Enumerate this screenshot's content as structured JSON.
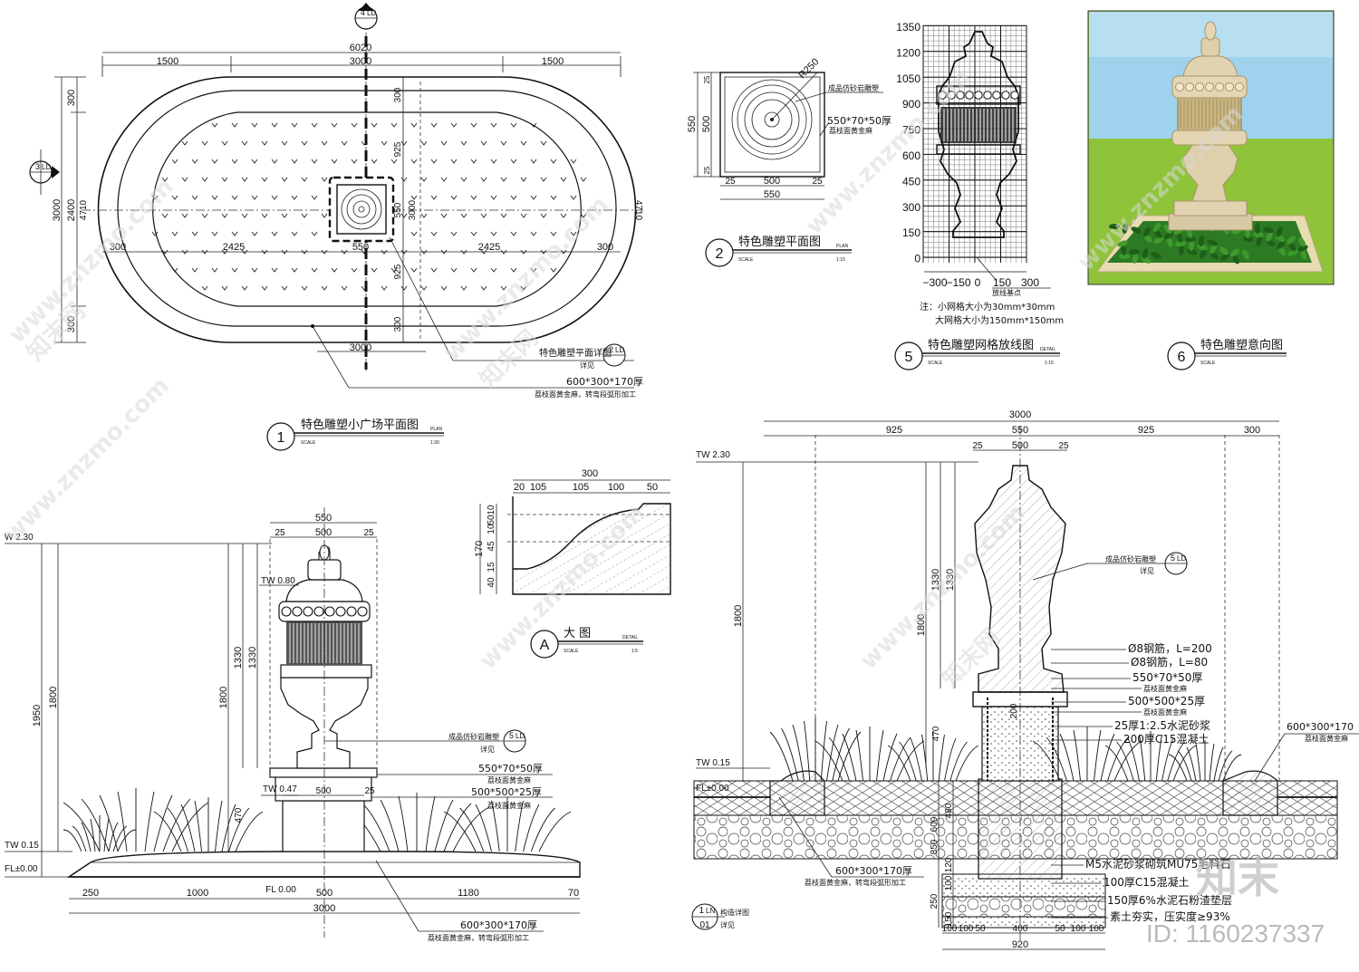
{
  "drawings": {
    "plaza_plan": {
      "number": "1",
      "title": "特色雕塑小广场平面图",
      "plan_tag": "PLAN",
      "scale_label": "SCALE",
      "scale": "1:30",
      "dim_total": "6020",
      "dim_left": "1500",
      "dim_mid": "3000",
      "dim_right": "1500",
      "dim_inner_left": "2425",
      "dim_inner_right": "2425",
      "dim_center": "550",
      "dim_edge": "300",
      "dim_height": "3000",
      "dim_inner_height": "2400",
      "dim_radius": "4710",
      "dim_half": "925",
      "dim_bottom": "3000",
      "section_mark_top": "4",
      "section_mark_left": "3",
      "sheet_code": "LD",
      "callout_num": "2",
      "callout_label": "特色雕塑平面详图",
      "callout_note": "详见",
      "note_size": "600*300*170厚",
      "note_material": "荔枝面黄金麻，转弯段弧形加工"
    },
    "sculpture_plan": {
      "number": "2",
      "title": "特色雕塑平面图",
      "plan_tag": "PLAN",
      "scale_label": "SCALE",
      "scale": "1:15",
      "radius": "R250",
      "dim_550": "550",
      "dim_500": "500",
      "dim_25": "25",
      "note1": "成品仿砂岩雕塑",
      "note2": "550*70*50厚",
      "note3": "荔枝面黄金麻"
    },
    "grid_layout": {
      "number": "5",
      "title": "特色雕塑网格放线图",
      "detail_tag": "DETAIL",
      "scale_label": "SCALE",
      "scale": "1:15",
      "y_ticks": [
        "1350",
        "1200",
        "1050",
        "900",
        "750",
        "600",
        "450",
        "300",
        "150",
        "0"
      ],
      "x_ticks": [
        "-300",
        "-150",
        "0",
        "150",
        "300"
      ],
      "origin_note": "放线基点",
      "note_line1": "注：小网格大小为30mm*30mm",
      "note_line2": "大网格大小为150mm*150mm"
    },
    "render": {
      "number": "6",
      "title": "特色雕塑意向图",
      "scale_label": "SCALE"
    },
    "detail_a": {
      "letter": "A",
      "title": "大 图",
      "detail_tag": "DETAIL",
      "scale_label": "SCALE",
      "scale": "1:5",
      "dims_top": [
        "20",
        "105",
        "105",
        "100",
        "50"
      ],
      "dim_total": "300",
      "dims_left": [
        "10",
        "50",
        "10",
        "45",
        "15",
        "40"
      ],
      "dim_height": "170"
    },
    "elevation": {
      "level_top": "W 2.30",
      "level_mid": "TW 0.80",
      "level_base": "TW 0.47",
      "level_tw": "TW 0.15",
      "level_fl": "FL±0.00",
      "fl_bottom": "FL 0.00",
      "dim_550": "550",
      "dim_500": "500",
      "dim_25": "25",
      "dim_1330": "1330",
      "dim_1800": "1800",
      "dim_1950": "1950",
      "dim_470": "470",
      "dims_bottom": [
        "250",
        "1000",
        "500",
        "1180",
        "70"
      ],
      "dim_total": "3000",
      "note_sculpture": "成品仿砂岩雕塑",
      "note_see": "详见",
      "note_cap": "550*70*50厚",
      "note_cap_mat": "荔枝面黄金麻",
      "note_base": "500*500*25厚",
      "note_base_mat": "荔枝面黄金麻",
      "note_edge": "600*300*170厚",
      "note_edge_mat": "荔枝面黄金麻，转弯段弧形加工",
      "callout_num": "5",
      "sheet_code": "LD"
    },
    "section": {
      "level_top": "TW 2.30",
      "level_tw": "TW 0.15",
      "level_fl": "FL±0.00",
      "dim_total": "3000",
      "dims_top": [
        "925",
        "550",
        "925",
        "300"
      ],
      "dim_500": "500",
      "dim_25": "25",
      "dim_1800": "1800",
      "dim_1330": "1330",
      "dim_470": "470",
      "dim_200": "200",
      "dims_left": [
        "600",
        "850",
        "480",
        "120",
        "100",
        "250",
        "150"
      ],
      "dims_bottom": [
        "100",
        "100",
        "50",
        "400",
        "50",
        "100",
        "100"
      ],
      "dim_920": "920",
      "notes": [
        "成品仿砂岩雕塑",
        "详见",
        "Ø8钢筋，L=200",
        "Ø8钢筋，L=80",
        "550*70*50厚",
        "荔枝面黄金麻",
        "500*500*25厚",
        "荔枝面黄金麻",
        "25厚1:2.5水泥砂浆",
        "200厚C15混凝土",
        "M5水泥砂浆砌筑MU75毛料石",
        "100厚C15混凝土",
        "150厚6%水泥石粉渣垫层",
        "素土夯实，压实度≥93%"
      ],
      "note_right": "600*300*170",
      "note_right_mat": "荔枝面黄金麻",
      "note_left": "600*300*170厚",
      "note_left_mat": "荔枝面黄金麻，转弯段弧形加工",
      "callout_num": "1",
      "callout_code": "LN",
      "callout_sub": "01",
      "callout_text": "构造详图",
      "callout_see": "详见",
      "callout5": "5",
      "sheet_code": "LD"
    }
  },
  "watermark": {
    "site": "www.znzmo.com",
    "brand": "知末网",
    "logo": "知末",
    "id_label": "ID: 1160237337"
  }
}
